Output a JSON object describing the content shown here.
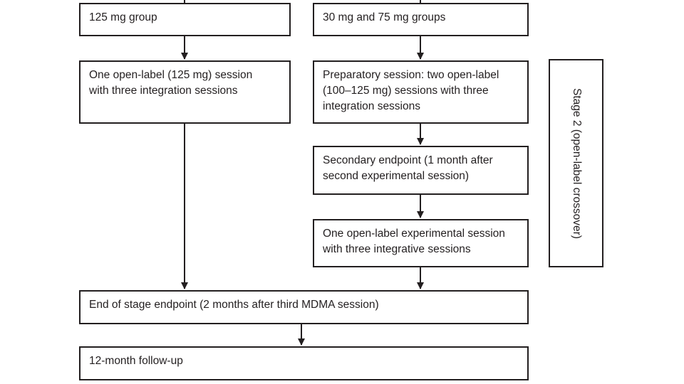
{
  "diagram": {
    "boxes": {
      "group_125": {
        "text": "125 mg group"
      },
      "group_30_75": {
        "text": "30 mg and 75 mg groups"
      },
      "open_label_125": {
        "line1": "One open-label (125 mg) session",
        "line2": "with three integration sessions"
      },
      "preparatory": {
        "line1": "Preparatory session: two open-label",
        "line2": "(100–125 mg) sessions with three",
        "line3": "integration sessions"
      },
      "secondary_endpoint": {
        "line1": "Secondary endpoint (1 month after",
        "line2": "second experimental session)"
      },
      "open_label_experimental": {
        "line1": "One open-label experimental session",
        "line2": "with three integrative sessions"
      },
      "end_of_stage": {
        "text": "End of stage endpoint (2 months after third MDMA session)"
      },
      "follow_up": {
        "text": "12-month follow-up"
      }
    },
    "stage_label": "Stage 2 (open-label crossover)"
  }
}
